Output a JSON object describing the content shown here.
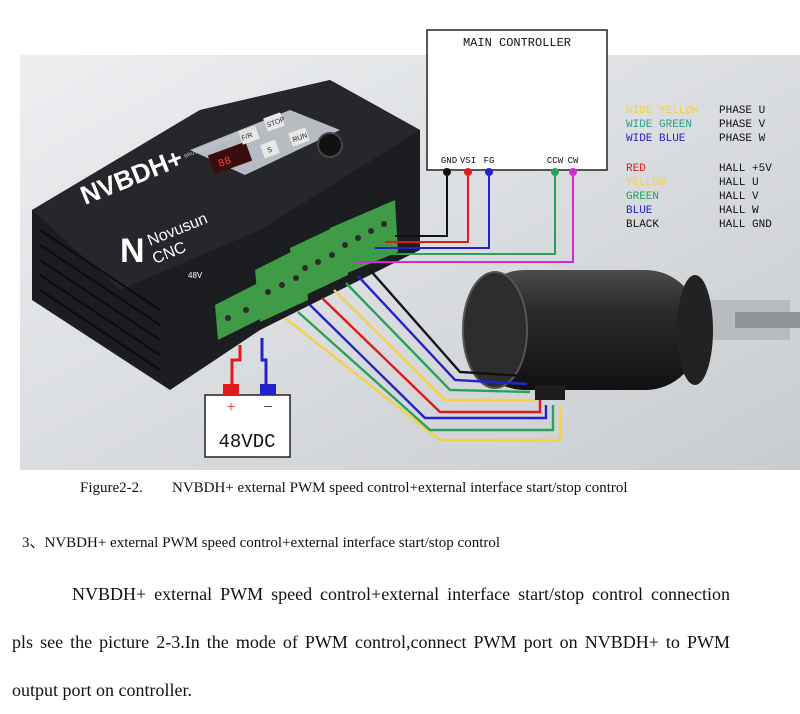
{
  "figure": {
    "main_controller_label": "MAIN CONTROLLER",
    "pins": [
      "GND",
      "VSI",
      "FG",
      "CCW",
      "CW"
    ],
    "brand_model": "NVBDH+",
    "brand_name": "Novusun",
    "brand_sub": "CNC",
    "driver_subtitle": "BRUSHLESS MOTOR DRIVER WITH HALL",
    "keys": [
      "STOP",
      "RUN",
      "S",
      "F/R"
    ],
    "power_label": "48V",
    "battery_label": "48VDC",
    "battery_plus": "+",
    "battery_minus": "−",
    "legend_phase": [
      {
        "color_name": "WIDE YELLOW",
        "color": "#f3d24a",
        "signal": "PHASE U"
      },
      {
        "color_name": "WIDE GREEN",
        "color": "#2e9e8a",
        "signal": "PHASE V"
      },
      {
        "color_name": "WIDE BLUE",
        "color": "#2323c8",
        "signal": "PHASE W"
      }
    ],
    "legend_hall": [
      {
        "color_name": "RED",
        "color": "#e01a1a",
        "signal": "HALL +5V"
      },
      {
        "color_name": "YELLOW",
        "color": "#f3d24a",
        "signal": "HALL U"
      },
      {
        "color_name": "GREEN",
        "color": "#2aa05a",
        "signal": "HALL V"
      },
      {
        "color_name": "BLUE",
        "color": "#2323c8",
        "signal": "HALL W"
      },
      {
        "color_name": "BLACK",
        "color": "#111111",
        "signal": "HALL GND"
      }
    ]
  },
  "caption": {
    "number": "Figure2-2.",
    "text": "NVBDH+ external PWM speed control+external interface start/stop control"
  },
  "section_heading": "3、NVBDH+ external PWM speed control+external interface start/stop control",
  "paragraph": {
    "line1": "NVBDH+ external PWM speed control+external interface start/stop control connection",
    "line2": "pls see the picture 2-3.In the mode of PWM control,connect PWM port on NVBDH+ to PWM",
    "line3": "output port on controller."
  }
}
